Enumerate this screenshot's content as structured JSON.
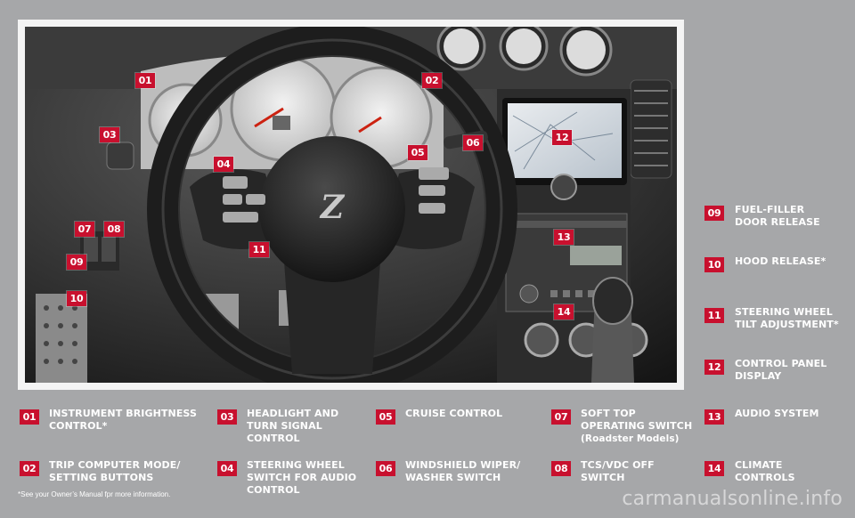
{
  "callouts": [
    {
      "num": "01",
      "text": "INSTRUMENT BRIGHTNESS CONTROL*"
    },
    {
      "num": "02",
      "text": "TRIP COMPUTER MODE/ SETTING BUTTONS"
    },
    {
      "num": "03",
      "text": "HEADLIGHT AND TURN SIGNAL CONTROL"
    },
    {
      "num": "04",
      "text": "STEERING WHEEL SWITCH FOR AUDIO CONTROL"
    },
    {
      "num": "05",
      "text": "CRUISE CONTROL"
    },
    {
      "num": "06",
      "text": "WINDSHIELD WIPER/ WASHER SWITCH"
    },
    {
      "num": "07",
      "text": "SOFT TOP OPERATING SWITCH",
      "sub": "(Roadster Models)"
    },
    {
      "num": "08",
      "text": "TCS/VDC OFF SWITCH"
    },
    {
      "num": "09",
      "text": "FUEL-FILLER DOOR RELEASE"
    },
    {
      "num": "10",
      "text": "HOOD RELEASE*"
    },
    {
      "num": "11",
      "text": "STEERING WHEEL TILT ADJUSTMENT*"
    },
    {
      "num": "12",
      "text": "CONTROL PANEL DISPLAY"
    },
    {
      "num": "13",
      "text": "AUDIO SYSTEM"
    },
    {
      "num": "14",
      "text": "CLIMATE CONTROLS"
    }
  ],
  "footnote": "*See your Owner’s Manual fpr more information.",
  "watermark": "carmanualsonline.info",
  "colors": {
    "badge": "#c8102e",
    "background": "#a6a7a9"
  }
}
